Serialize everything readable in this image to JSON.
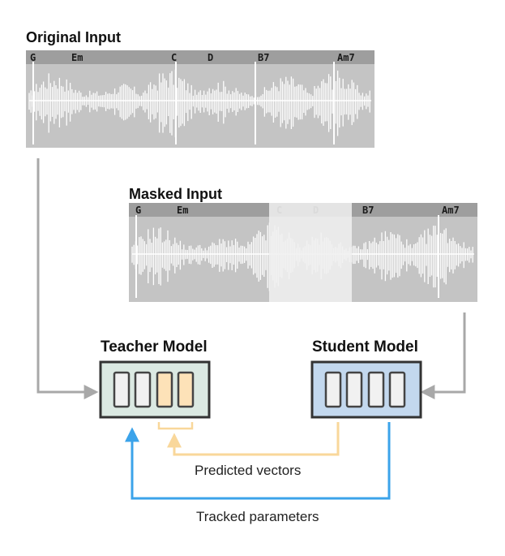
{
  "original": {
    "title": "Original Input",
    "chords": [
      "G",
      "Em",
      "C",
      "D",
      "B7",
      "Am7"
    ]
  },
  "masked": {
    "title": "Masked Input",
    "chords": [
      "G",
      "Em",
      "C",
      "D",
      "B7",
      "Am7"
    ],
    "masked_chords": [
      "C",
      "D"
    ]
  },
  "teacher": {
    "title": "Teacher Model",
    "highlighted_slots": [
      2,
      3
    ]
  },
  "student": {
    "title": "Student Model"
  },
  "labels": {
    "predicted": "Predicted vectors",
    "tracked": "Tracked parameters"
  },
  "colors": {
    "gray_arrow": "#a8a8a8",
    "orange_arrow": "#f9d79a",
    "blue_arrow": "#3ba3ea",
    "teacher_fill": "#dbe9e2",
    "student_fill": "#c3d8ee",
    "slot_highlight": "#fde2b8"
  }
}
